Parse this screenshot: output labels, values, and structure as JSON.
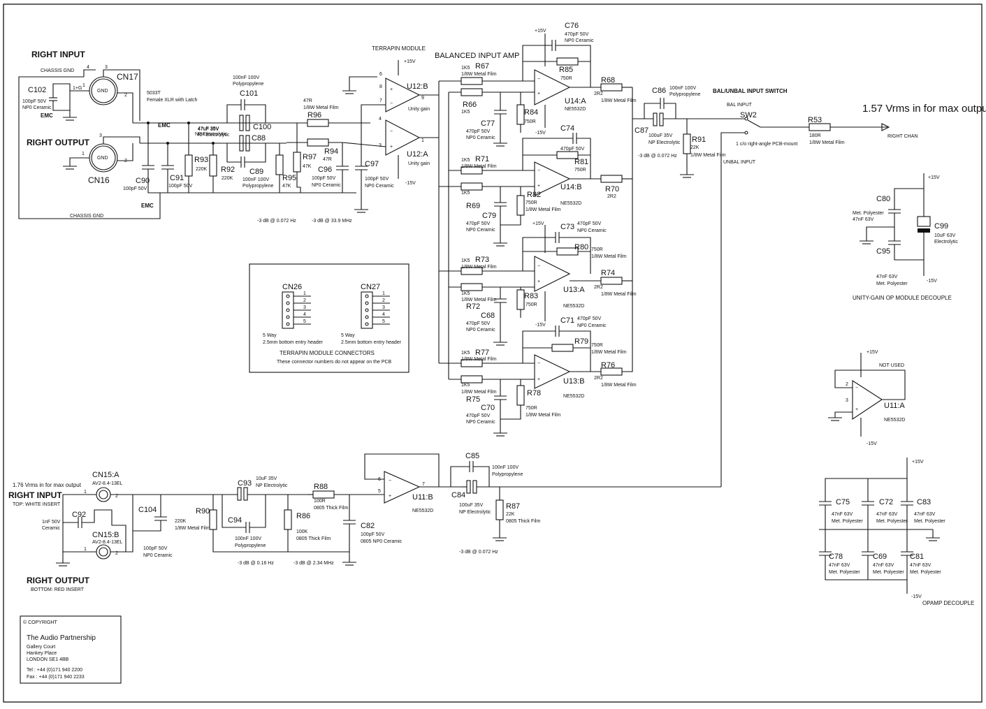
{
  "headings": {
    "right_input": "RIGHT INPUT",
    "right_output": "RIGHT OUTPUT",
    "terrapin_module": "TERRAPIN MODULE",
    "balanced_input_amp": "BALANCED INPUT AMP",
    "bal_unbal_switch": "BAL/UNBAL INPUT SWITCH",
    "max_output_top": "1.57 Vrms in for max output",
    "bal_input": "BAL INPUT",
    "unbal_input": "UNBAL INPUT",
    "right_chan": "RIGHT CHAN",
    "sw2_note": "1 c/o right-angle PCB-mount",
    "chassis_gnd": "CHASSIS GND",
    "emc": "EMC",
    "xlr_note_1": "5033T",
    "xlr_note_2": "Female XLR with Latch",
    "bottom_max_output": "1.76 Vrms in for max output",
    "top_white_insert": "TOP: WHITE INSERT",
    "bottom_red_insert": "BOTTOM: RED INSERT",
    "not_used": "NOT USED",
    "unity_gain_decouple": "UNITY-GAIN OP MODULE DECOUPLE",
    "opamp_decouple": "OPAMP DECOUPLE"
  },
  "annotations": [
    "-3 dB @ 0.072 Hz",
    "-3 dB @ 33.9 MHz",
    "-3 dB @ 0.072 Hz",
    "-3 dB @ 0.16 Hz",
    "-3 dB @ 2.34 MHz",
    "-3 dB @ 0.072 Hz"
  ],
  "supplies": {
    "pos": "+15V",
    "neg": "-15V"
  },
  "connectors_box": {
    "cn26": "CN26",
    "cn27": "CN27",
    "pins": [
      "1",
      "2",
      "3",
      "4",
      "5"
    ],
    "note_1": "5 Way",
    "note_2": "2.5mm  bottom entry header",
    "title": "TERRAPIN MODULE CONNECTORS",
    "subtitle": "These connector numbers do not appear on the PCB"
  },
  "opamps": [
    {
      "ref": "U12:B",
      "note": "Unity gain"
    },
    {
      "ref": "U12:A",
      "note": "Unity gain"
    },
    {
      "ref": "U14:A",
      "note": "NE5532D"
    },
    {
      "ref": "U14:B",
      "note": "NE5532D"
    },
    {
      "ref": "U13:A",
      "note": "NE5532D"
    },
    {
      "ref": "U13:B",
      "note": "NE5532D"
    },
    {
      "ref": "U11:B",
      "note": "NE5532D"
    },
    {
      "ref": "U11:A",
      "note": "NE5532D"
    }
  ],
  "connectors": [
    {
      "ref": "CN17"
    },
    {
      "ref": "CN16"
    },
    {
      "ref": "CN15:A",
      "part": "AV2-8.4-13EL"
    },
    {
      "ref": "CN15:B",
      "part": "AV2-8.4-13EL"
    },
    {
      "ref": "SW2"
    }
  ],
  "components": {
    "C102": [
      "C102",
      "100pF 50V",
      "NP0 Ceramic"
    ],
    "C101": [
      "C101",
      "100nF 100V",
      "Polypropylene"
    ],
    "C100": [
      "C100",
      "47uF 35V",
      "NP Electrolytic"
    ],
    "C88": [
      "C88",
      "47uF 35V",
      "NP Electrolytic"
    ],
    "C89": [
      "C89",
      "100nF 100V",
      "Polypropylene"
    ],
    "C90": [
      "C90",
      "100pF 50V"
    ],
    "C91": [
      "C91",
      "100pF 50V"
    ],
    "R93": [
      "R93",
      "220K"
    ],
    "R92": [
      "R92",
      "220K"
    ],
    "R96": [
      "R96",
      "47R",
      "1/8W Metal Film"
    ],
    "R97": [
      "R97",
      "47K"
    ],
    "R95": [
      "R95",
      "47K"
    ],
    "R94": [
      "R94",
      "47R"
    ],
    "C96": [
      "C96",
      "100pF 50V",
      "NP0 Ceramic"
    ],
    "C97": [
      "C97",
      "100pF 50V",
      "NP0 Ceramic"
    ],
    "C76": [
      "C76",
      "470pF 50V",
      "NP0 Ceramic"
    ],
    "R67": [
      "R67",
      "1K5",
      "1/8W Metal Film"
    ],
    "R66": [
      "R66",
      "1K5"
    ],
    "R85": [
      "R85",
      "750R"
    ],
    "R84": [
      "R84",
      "750R"
    ],
    "C77": [
      "C77",
      "470pF 50V",
      "NP0 Ceramic"
    ],
    "R68": [
      "R68",
      "2R2",
      "1/8W Metal Film"
    ],
    "C74": [
      "C74",
      "470pF 50V"
    ],
    "R71": [
      "R71",
      "1K5",
      "1/8W Metal Film"
    ],
    "R81": [
      "R81",
      "750R"
    ],
    "R69": [
      "R69",
      "1K5"
    ],
    "R82": [
      "R82",
      "750R",
      "1/8W Metal Film"
    ],
    "C79": [
      "C79",
      "470pF 50V",
      "NP0 Ceramic"
    ],
    "R70": [
      "R70",
      "2R2"
    ],
    "C73": [
      "C73",
      "470pF 50V",
      "NP0 Ceramic"
    ],
    "R80": [
      "R80",
      "750R",
      "1/8W Metal Film"
    ],
    "R73": [
      "R73",
      "1K5",
      "1/8W Metal Film"
    ],
    "R72": [
      "R72",
      "1K5",
      "1/8W Metal Film"
    ],
    "R83": [
      "R83",
      "750R"
    ],
    "C68": [
      "C68",
      "470pF 50V",
      "NP0 Ceramic"
    ],
    "R74": [
      "R74",
      "2R2",
      "1/8W Metal Film"
    ],
    "C71": [
      "C71",
      "470pF 50V",
      "NP0 Ceramic"
    ],
    "R79": [
      "R79",
      "750R",
      "1/8W Metal Film"
    ],
    "R77": [
      "R77",
      "1K5",
      "1/8W Metal Film"
    ],
    "R75": [
      "R75",
      "1K5",
      "1/8W Metal Film"
    ],
    "R78": [
      "R78",
      "750R",
      "1/8W Metal Film"
    ],
    "C70": [
      "C70",
      "470pF 50V",
      "NP0 Ceramic"
    ],
    "R76": [
      "R76",
      "2R2",
      "1/8W Metal Film"
    ],
    "C86": [
      "C86",
      "100nF 100V",
      "Polypropylene"
    ],
    "C87": [
      "C87",
      "100uF 35V",
      "NP Electrolytic"
    ],
    "R91": [
      "R91",
      "22K",
      "1/8W Metal Film"
    ],
    "R53": [
      "R53",
      "180R",
      "1/8W Metal Film"
    ],
    "C80": [
      "C80",
      "Met. Polyester",
      "47nF 63V"
    ],
    "C99": [
      "C99",
      "10uF 63V",
      "Electrolytic"
    ],
    "C95": [
      "C95",
      "47nF 63V",
      "Met. Polyester"
    ],
    "C92": [
      "C92",
      "1nF 50V",
      "Ceramic"
    ],
    "C104": [
      "C104",
      "100pF 50V",
      "NP0 Ceramic"
    ],
    "R90": [
      "R90",
      "220K",
      "1/8W Metal Film"
    ],
    "C93": [
      "C93",
      "10uF 35V",
      "NP Electrolytic"
    ],
    "C94": [
      "C94",
      "100nF 100V",
      "Polypropylene"
    ],
    "R86": [
      "R86",
      "100K",
      "0805 Thick Film"
    ],
    "R88": [
      "R88",
      "100R",
      "0805 Thick Film"
    ],
    "C82": [
      "C82",
      "100pF 50V",
      "0805 NP0 Ceramic"
    ],
    "C85": [
      "C85",
      "100nF 100V",
      "Polypropylene"
    ],
    "C84": [
      "C84",
      "100uF 35V",
      "NP Electrolytic"
    ],
    "R87": [
      "R87",
      "22K",
      "0805 Thick Film"
    ],
    "C75": [
      "C75",
      "47nF 63V",
      "Met. Polyester"
    ],
    "C72": [
      "C72",
      "47nF 63V",
      "Met. Polyester"
    ],
    "C83": [
      "C83",
      "47nF 63V",
      "Met. Polyester"
    ],
    "C78": [
      "C78",
      "47nF 63V",
      "Met. Polyester"
    ],
    "C69": [
      "C69",
      "47nF 63V",
      "Met. Polyester"
    ],
    "C81": [
      "C81",
      "47nF 63V",
      "Met. Polyester"
    ]
  },
  "copyright": {
    "line1": "© COPYRIGHT",
    "company": "The Audio Partnership",
    "addr1": "Gallery Court",
    "addr2": "Hankey Place",
    "addr3": "LONDON  SE1 4BB",
    "tel": "Tel : +44 (0)171 940 2200",
    "fax": "Fax : +44 (0)171 940 2233"
  }
}
